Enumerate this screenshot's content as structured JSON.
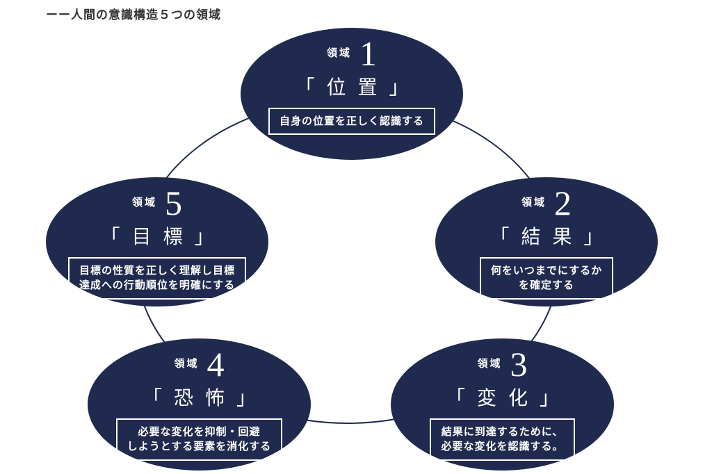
{
  "title": "ーー人間の意識構造５つの領域",
  "colors": {
    "navy": "#202a4e",
    "text_on_navy": "#ffffff",
    "title_text": "#333333",
    "background": "#ffffff"
  },
  "diagram": {
    "type": "cycle-diagram",
    "node_count_label": "５つの領域",
    "nodes": [
      {
        "label": "領域",
        "number": "1",
        "name": "「位置」",
        "desc": "自身の位置を正しく認識する"
      },
      {
        "label": "領域",
        "number": "2",
        "name": "「結果」",
        "desc": "何をいつまでにするか\nを確定する"
      },
      {
        "label": "領域",
        "number": "3",
        "name": "「変化」",
        "desc": "結果に到達するために、\n必要な変化を認識する。"
      },
      {
        "label": "領域",
        "number": "4",
        "name": "「恐怖」",
        "desc": "必要な変化を抑制・回避\nしようとする要素を消化する"
      },
      {
        "label": "領域",
        "number": "5",
        "name": "「目標」",
        "desc": "目標の性質を正しく理解し目標\n達成への行動順位を明確にする"
      }
    ]
  }
}
